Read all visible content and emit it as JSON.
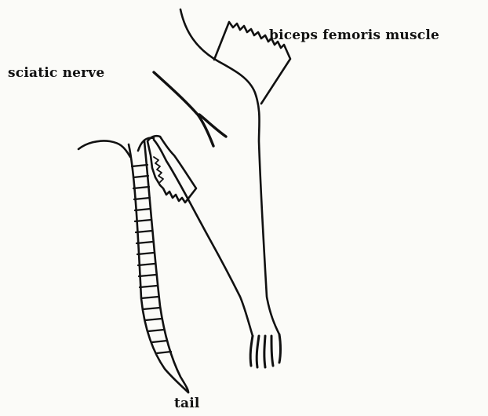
{
  "labels": {
    "biceps_femoris_muscle": "biceps femoris muscle",
    "sciatic_nerve": "sciatic nerve",
    "tail": "tail"
  },
  "colors": {
    "ink": "#111111",
    "paper": "#fbfbf8"
  }
}
